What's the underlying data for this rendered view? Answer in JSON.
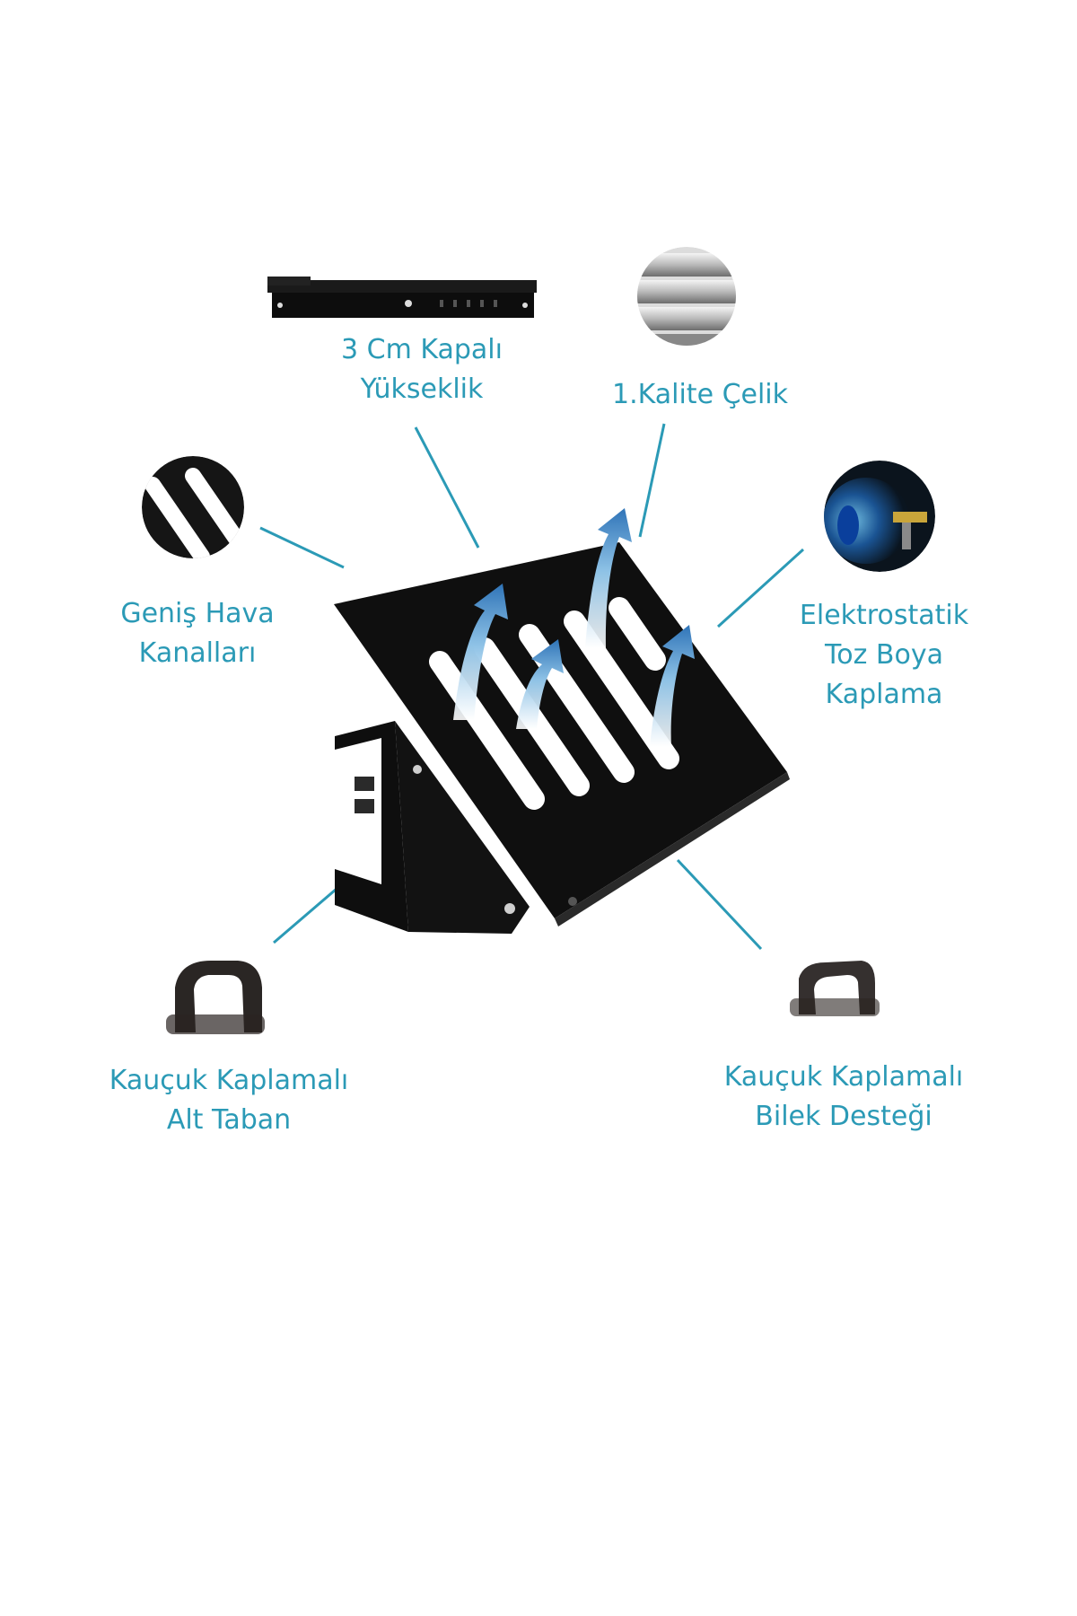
{
  "colors": {
    "accent": "#2b9ab6",
    "product": "#111111",
    "arrow": "#2f74b8"
  },
  "features": {
    "height": {
      "line1": "3 Cm Kapalı",
      "line2": "Yükseklik"
    },
    "steel": {
      "line1": "1.Kalite Çelik"
    },
    "air_channels": {
      "line1": "Geniş Hava",
      "line2": "Kanalları"
    },
    "powder_coating": {
      "line1": "Elektrostatik",
      "line2": "Toz Boya",
      "line3": "Kaplama"
    },
    "rubber_base": {
      "line1": "Kauçuk Kaplamalı",
      "line2": "Alt Taban"
    },
    "wrist_support": {
      "line1": "Kauçuk Kaplamalı",
      "line2": "Bilek Desteği"
    }
  },
  "icons": [
    "folded-stand-thumbnail",
    "steel-bars-thumbnail",
    "air-slots-thumbnail",
    "spray-gun-thumbnail",
    "rubber-base-thumbnail",
    "rubber-wrist-thumbnail",
    "airflow-arrow-icon"
  ]
}
